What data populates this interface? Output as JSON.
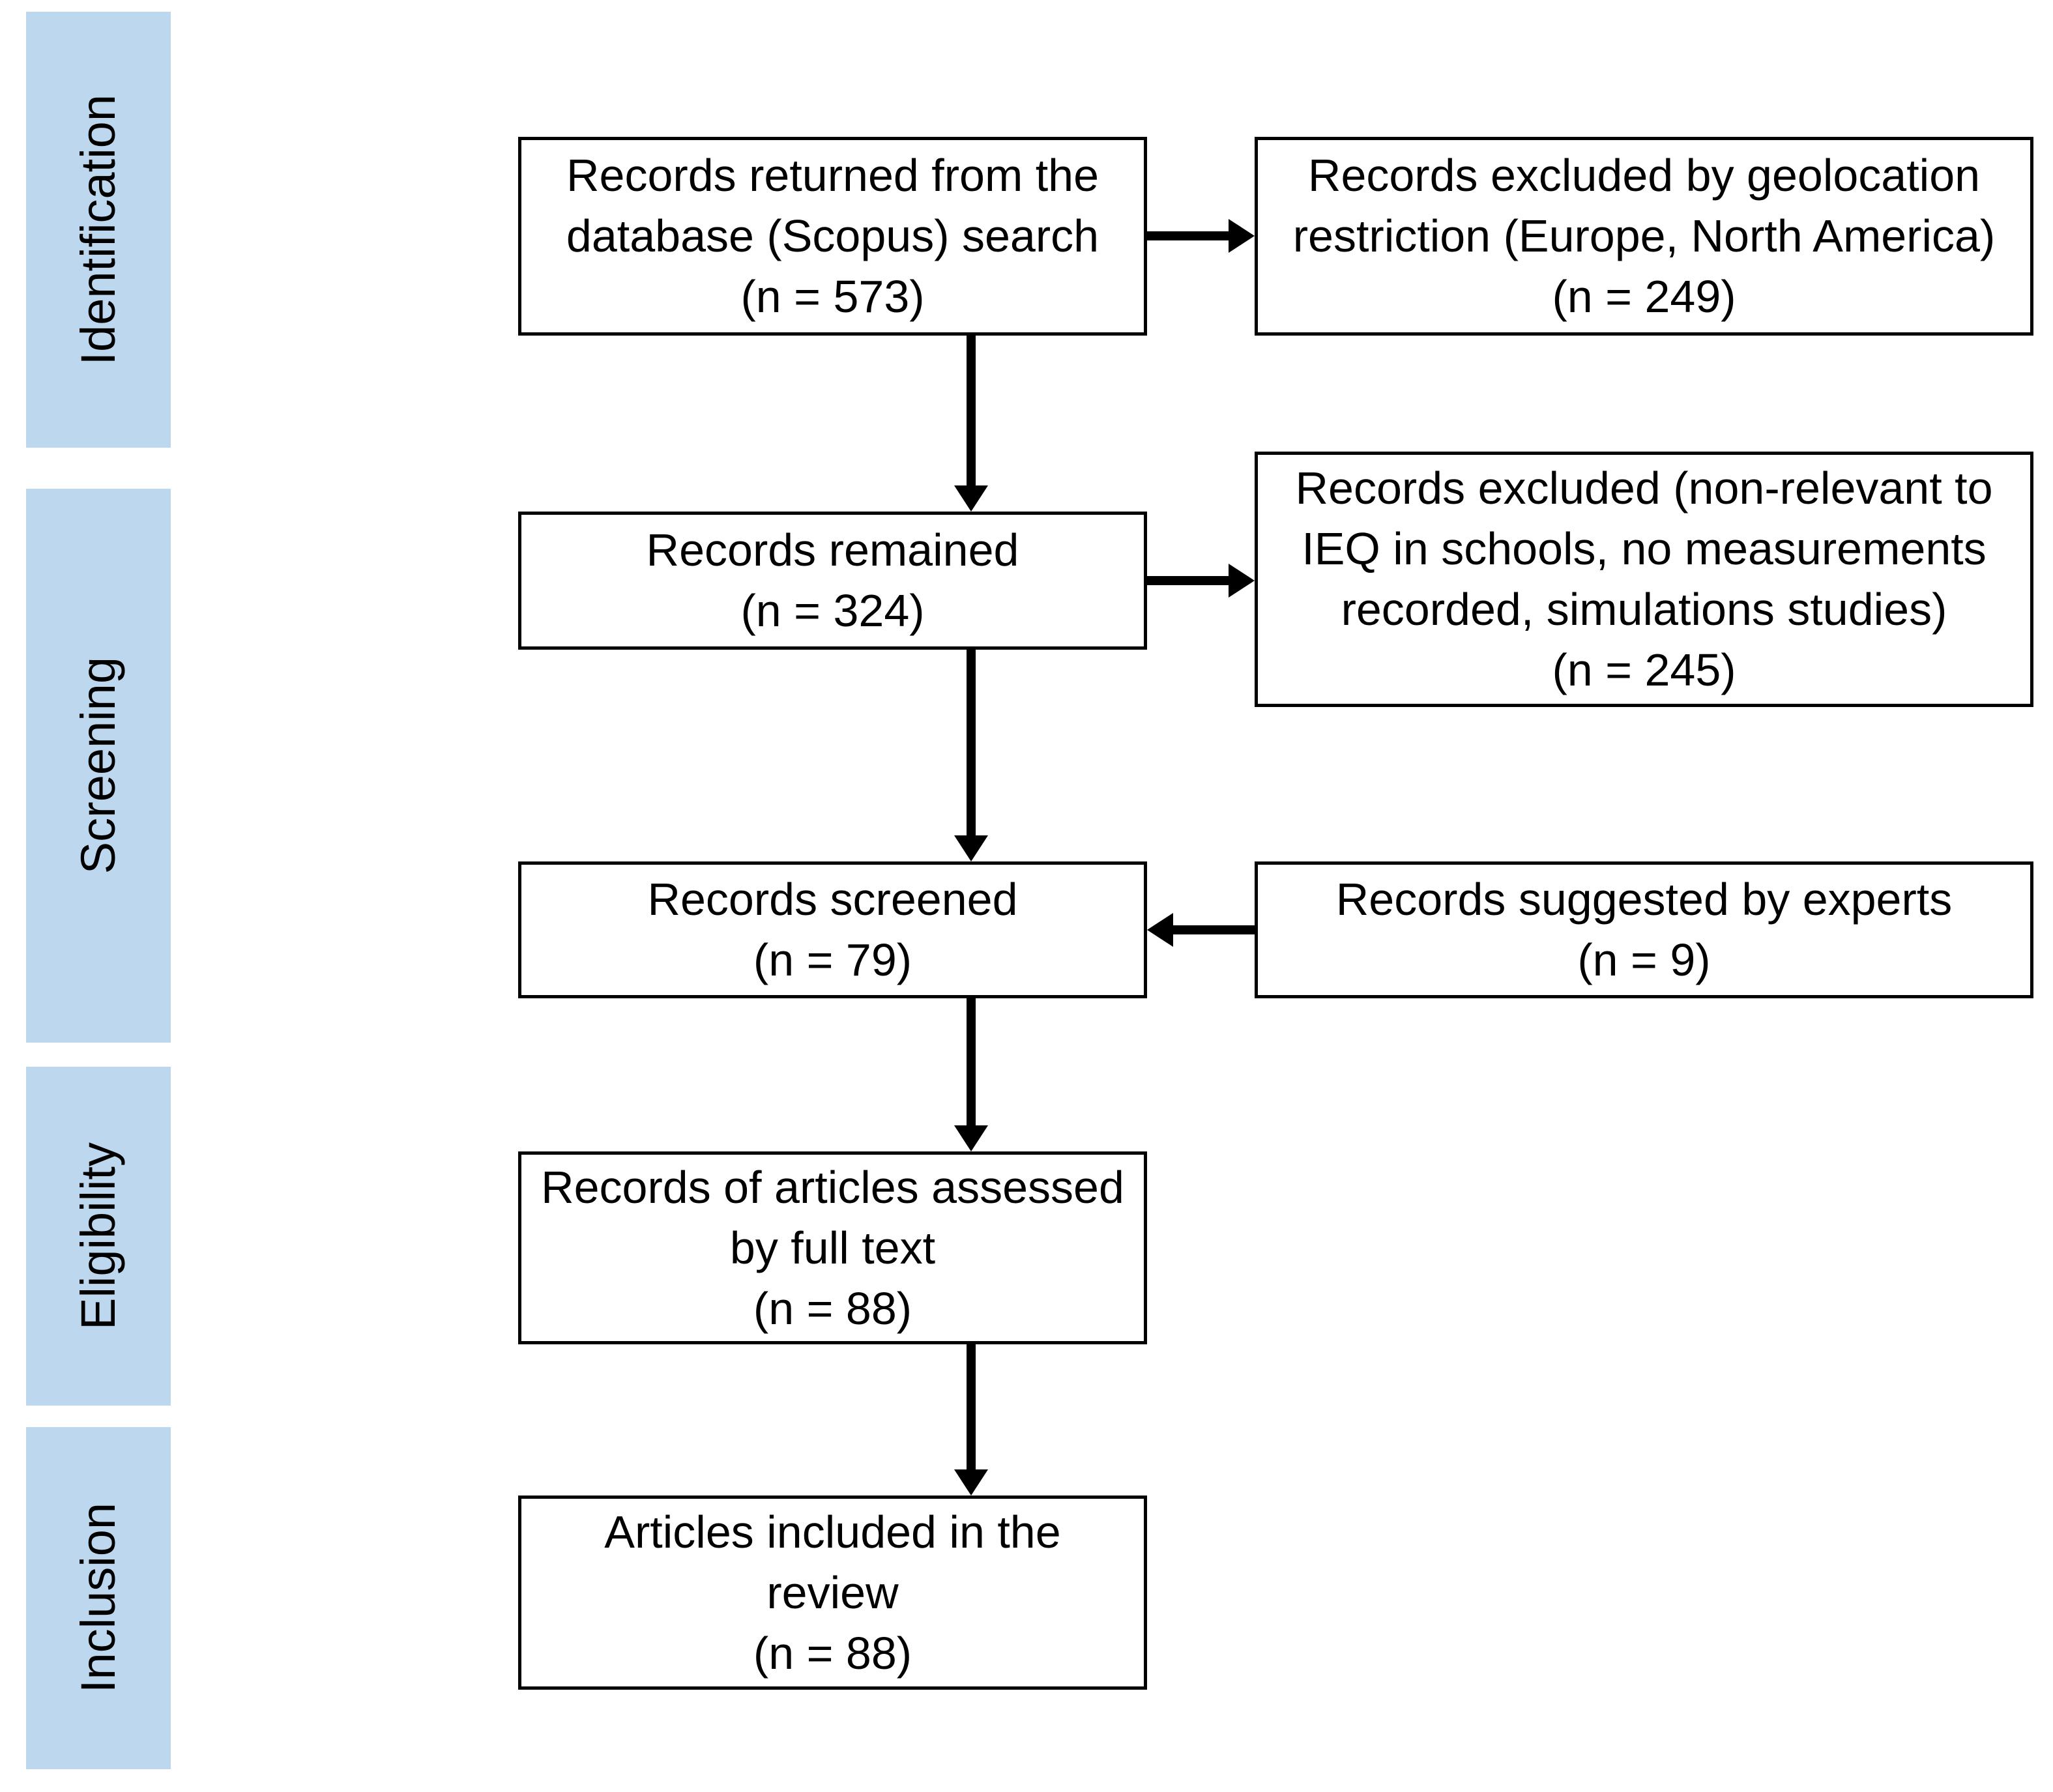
{
  "accent_color": "#BDD7EE",
  "sidebar": {
    "labels": [
      "Identification",
      "Screening",
      "Eligibility",
      "Inclusion"
    ]
  },
  "flow": {
    "main": [
      {
        "name": "records-returned",
        "lines": [
          "Records returned from the",
          "database (Scopus) search",
          "(n = 573)"
        ]
      },
      {
        "name": "records-remained",
        "lines": [
          "Records remained",
          "(n = 324)"
        ]
      },
      {
        "name": "records-screened",
        "lines": [
          "Records screened",
          "(n = 79)"
        ]
      },
      {
        "name": "records-assessed",
        "lines": [
          "Records of articles assessed",
          "by full text",
          "(n = 88)"
        ]
      },
      {
        "name": "articles-included",
        "lines": [
          "Articles included in the",
          "review",
          "(n = 88)"
        ]
      }
    ],
    "side": [
      {
        "name": "excluded-geolocation",
        "lines": [
          "Records excluded by geolocation",
          "restriction (Europe, North America)",
          "(n = 249)"
        ]
      },
      {
        "name": "excluded-nonrelevant",
        "lines": [
          "Records excluded (non-relevant to",
          "IEQ in schools, no measurements",
          "recorded, simulations studies)",
          "(n = 245)"
        ]
      },
      {
        "name": "suggested-experts",
        "lines": [
          "Records suggested by experts",
          "(n = 9)"
        ]
      }
    ]
  }
}
